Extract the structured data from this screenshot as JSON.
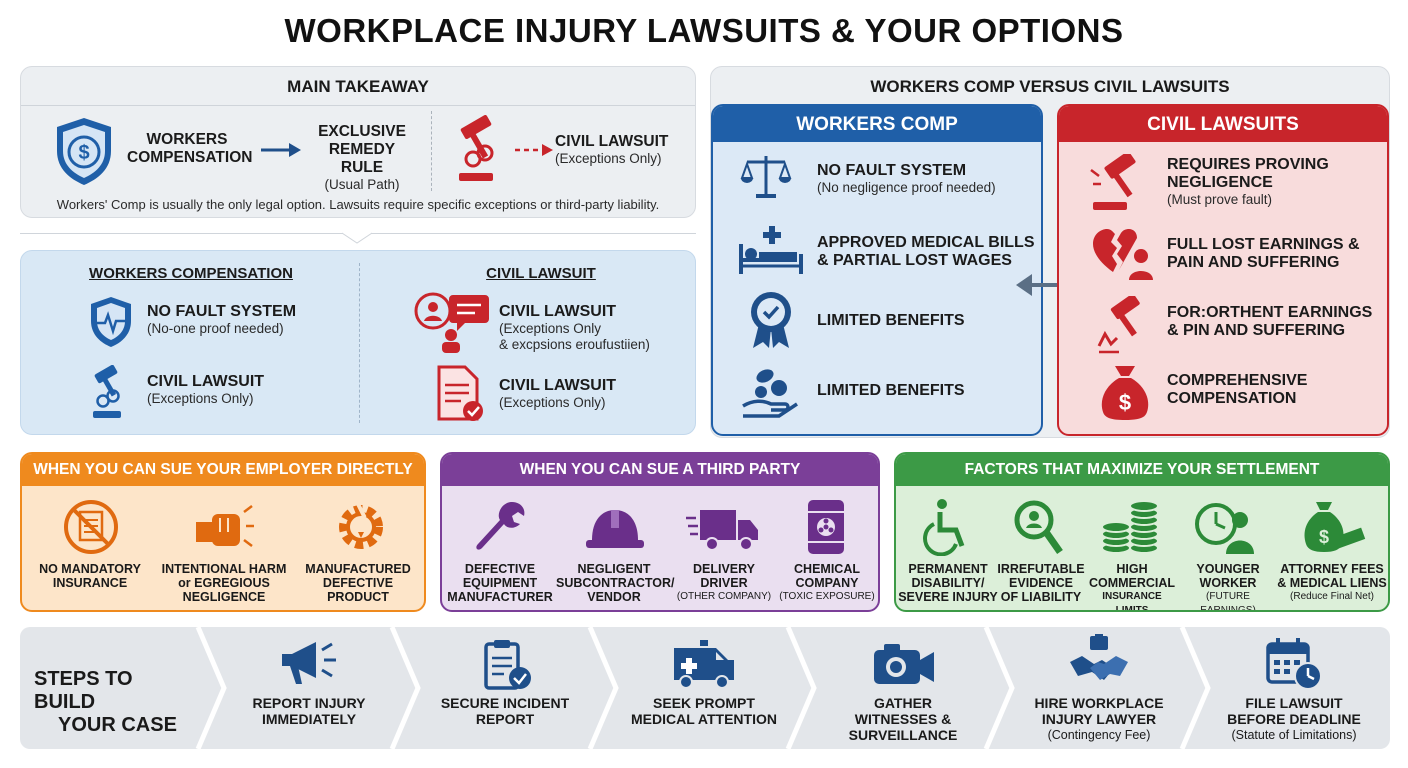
{
  "title": "WORKPLACE INJURY LAWSUITS & YOUR OPTIONS",
  "takeaway": {
    "header": "MAIN TAKEAWAY",
    "item1": [
      "WORKERS",
      "COMPENSATION"
    ],
    "item2": [
      "EXCLUSIVE",
      "REMEDY RULE"
    ],
    "item2_sub": "(Usual Path)",
    "item3": "CIVIL LAWSUIT",
    "item3_sub": "(Exceptions Only)",
    "note": "Workers' Comp is usually the only legal option. Lawsuits require specific exceptions or third-party liability."
  },
  "compare_small": {
    "left_header": "WORKERS COMPENSATION",
    "right_header": "CIVIL LAWSUIT",
    "left": [
      {
        "title": "NO FAULT SYSTEM",
        "sub": "(No-one proof needed)",
        "icon": "shield-pulse-icon"
      },
      {
        "title": "CIVIL LAWSUIT",
        "sub": "(Exceptions Only)",
        "icon": "broken-gavel-icon"
      }
    ],
    "right": [
      {
        "title": "CIVIL LAWSUIT",
        "sub": "(Exceptions Only",
        "sub2": "& excpsions eroufustiien)",
        "icon": "chat-people-icon"
      },
      {
        "title": "CIVIL LAWSUIT",
        "sub": "(Exceptions Only)",
        "icon": "document-check-icon"
      }
    ]
  },
  "versus": {
    "header": "WORKERS COMP VERSUS CIVIL LAWSUITS",
    "wc_header": "WORKERS COMP",
    "civil_header": "CIVIL LAWSUITS",
    "wc": [
      {
        "title": "NO FAULT SYSTEM",
        "sub": "(No negligence proof needed)"
      },
      {
        "title": "APPROVED MEDICAL BILLS",
        "title2": "& PARTIAL LOST WAGES"
      },
      {
        "title": "LIMITED BENEFITS"
      },
      {
        "title": "LIMITED BENEFITS"
      }
    ],
    "civil": [
      {
        "title": "REQUIRES PROVING",
        "title2": "NEGLIGENCE",
        "sub": "(Must prove fault)"
      },
      {
        "title": "FULL LOST EARNINGS &",
        "title2": "PAIN AND SUFFERING"
      },
      {
        "title": "FOR:ORTHENT EARNINGS",
        "title2": "& PIN AND SUFFERING"
      },
      {
        "title": "COMPREHENSIVE",
        "title2": "COMPENSATION"
      }
    ]
  },
  "employer": {
    "header": "WHEN YOU CAN SUE YOUR EMPLOYER DIRECTLY",
    "items": [
      {
        "l1": "NO MANDATORY",
        "l2": "INSURANCE",
        "l3": ""
      },
      {
        "l1": "INTENTIONAL HARM",
        "l2": "or EGREGIOUS",
        "l3": "NEGLIGENCE"
      },
      {
        "l1": "MANUFACTURED",
        "l2": "DEFECTIVE",
        "l3": "PRODUCT"
      }
    ]
  },
  "third": {
    "header": "WHEN YOU CAN SUE A THIRD PARTY",
    "items": [
      {
        "l1": "DEFECTIVE",
        "l2": "EQUIPMENT",
        "l3": "MANUFACTURER"
      },
      {
        "l1": "NEGLIGENT",
        "l2": "SUBCONTRACTOR/",
        "l3": "VENDOR"
      },
      {
        "l1": "DELIVERY",
        "l2": "DRIVER",
        "l3": "(OTHER COMPANY)"
      },
      {
        "l1": "CHEMICAL",
        "l2": "COMPANY",
        "l3": "(TOXIC EXPOSURE)"
      }
    ]
  },
  "factors": {
    "header": "FACTORS THAT MAXIMIZE YOUR SETTLEMENT",
    "items": [
      {
        "l1": "PERMANENT",
        "l2": "DISABILITY/",
        "l3": "SEVERE INJURY"
      },
      {
        "l1": "IRREFUTABLE",
        "l2": "EVIDENCE",
        "l3": "OF LIABILITY"
      },
      {
        "l1": "HIGH",
        "l2": "COMMERCIAL",
        "l3": "INSURANCE LIMITS"
      },
      {
        "l1": "YOUNGER",
        "l2": "WORKER",
        "l3": "(FUTURE EARNINGS)"
      },
      {
        "l1": "ATTORNEY FEES",
        "l2": "& MEDICAL LIENS",
        "l3": "(Reduce Final Net)"
      }
    ]
  },
  "steps": {
    "label_l1": "STEPS TO BUILD",
    "label_l2": "YOUR CASE",
    "items": [
      {
        "l1": "REPORT INJURY",
        "l2": "IMMEDIATELY",
        "l3": ""
      },
      {
        "l1": "SECURE INCIDENT",
        "l2": "REPORT",
        "l3": ""
      },
      {
        "l1": "SEEK PROMPT",
        "l2": "MEDICAL ATTENTION",
        "l3": ""
      },
      {
        "l1": "GATHER",
        "l2": "WITNESSES &",
        "l3": "SURVEILLANCE"
      },
      {
        "l1": "HIRE WORKPLACE",
        "l2": "INJURY LAWYER",
        "l3": "(Contingency Fee)"
      },
      {
        "l1": "FILE LAWSUIT",
        "l2": "BEFORE DEADLINE",
        "l3": "(Statute of Limitations)"
      }
    ]
  },
  "colors": {
    "blue": "#1f5fa8",
    "red": "#c8252b",
    "orange": "#ef8a1e",
    "purple": "#7b3f98",
    "green": "#3c9a46",
    "navy": "#1f4f8a"
  }
}
